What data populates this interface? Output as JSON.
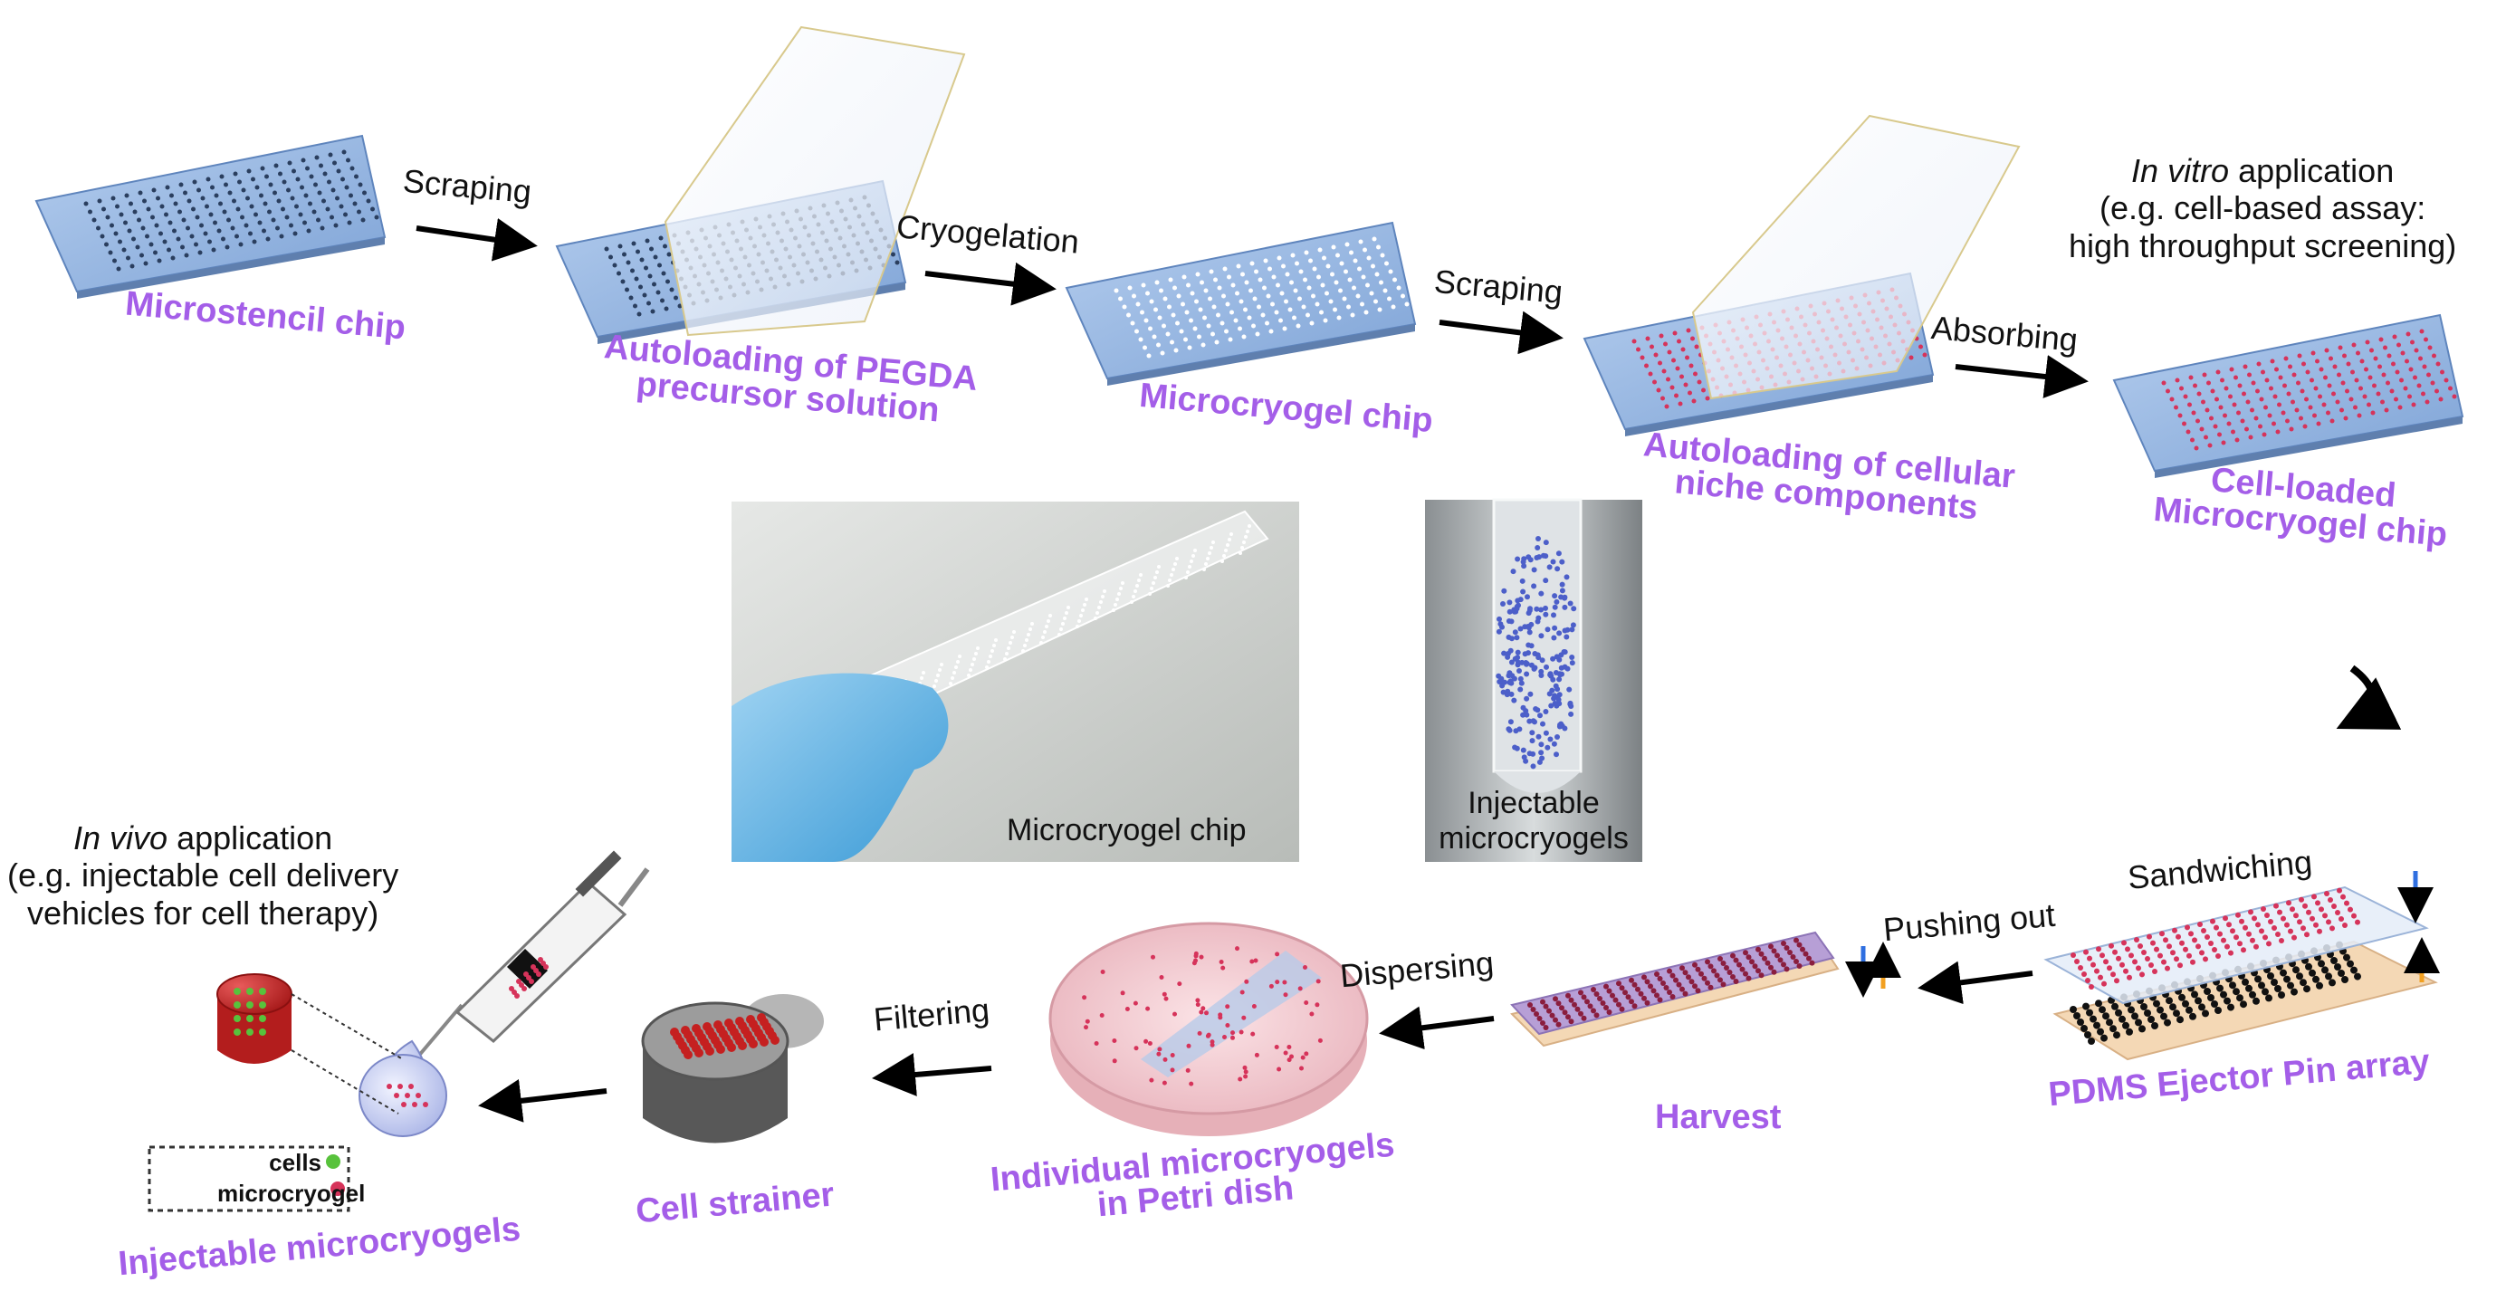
{
  "colors": {
    "label": "#a45ee8",
    "chip_blue": "#8fb3df",
    "cell_red": "#d6335a",
    "arrow": "#000000",
    "down_arrow": "#2f6fe0",
    "up_arrow": "#f2a020"
  },
  "steps": {
    "microstencil_chip": "Microstencil chip",
    "autoloading_pegda_1": "Autoloading of PEGDA",
    "autoloading_pegda_2": "precursor solution",
    "microcryogel_chip": "Microcryogel chip",
    "autoloading_niche_1": "Autoloading of cellular",
    "autoloading_niche_2": "niche components",
    "cell_loaded_1": "Cell-loaded",
    "cell_loaded_2": "Microcryogel chip",
    "pdms_ejector": "PDMS Ejector Pin array",
    "harvest": "Harvest",
    "individual_1": "Individual microcryogels",
    "individual_2": "in Petri dish",
    "cell_strainer": "Cell strainer",
    "injectable": "Injectable microcryogels"
  },
  "transitions": {
    "scraping_1": "Scraping",
    "cryogelation": "Cryogelation",
    "scraping_2": "Scraping",
    "absorbing": "Absorbing",
    "sandwiching": "Sandwiching",
    "pushing_out": "Pushing out",
    "dispersing": "Dispersing",
    "filtering": "Filtering"
  },
  "notes": {
    "in_vitro_italic": "In vitro",
    "in_vitro_rest": " application",
    "in_vitro_line2": "(e.g. cell-based assay:",
    "in_vitro_line3": "high throughput screening)",
    "in_vivo_italic": "In vivo",
    "in_vivo_rest": " application",
    "in_vivo_line2": "(e.g. injectable cell delivery",
    "in_vivo_line3": "vehicles for cell therapy)"
  },
  "photos": {
    "chip_caption": "Microcryogel chip",
    "tube_caption_1": "Injectable",
    "tube_caption_2": "microcryogels"
  },
  "legend": {
    "cells": "cells",
    "microcryogel": "microcryogel"
  }
}
